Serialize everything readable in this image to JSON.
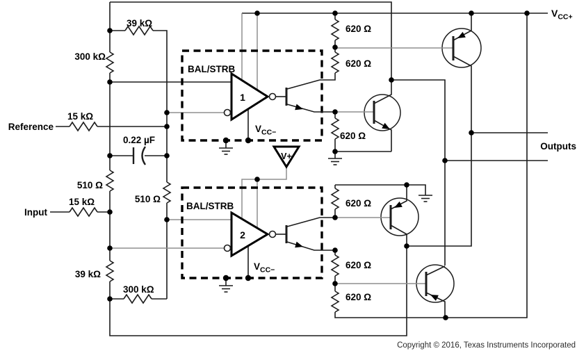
{
  "schematic": {
    "ports": {
      "reference": "Reference",
      "input": "Input",
      "outputs": "Outputs"
    },
    "power": {
      "vccp_main": "V",
      "vccp_sub": "CC+",
      "vccm_main": "V",
      "vccm_sub": "CC−",
      "vplus": "V+"
    },
    "comparators": [
      {
        "label": "BAL/STRB",
        "number": "1"
      },
      {
        "label": "BAL/STRB",
        "number": "2"
      }
    ],
    "resistors": {
      "r39_top": "39 kΩ",
      "r300_top": "300 kΩ",
      "r15_ref": "15 kΩ",
      "r510_left": "510 Ω",
      "r510_mid": "510 Ω",
      "r15_in": "15 kΩ",
      "r39_bot": "39 kΩ",
      "r300_bot": "300 kΩ",
      "r620": [
        "620 Ω",
        "620 Ω",
        "620 Ω",
        "620 Ω",
        "620 Ω",
        "620 Ω"
      ]
    },
    "capacitor": {
      "value": "0.22 µF"
    },
    "footer": {
      "copyright": "Copyright © 2016, Texas Instruments Incorporated"
    }
  }
}
